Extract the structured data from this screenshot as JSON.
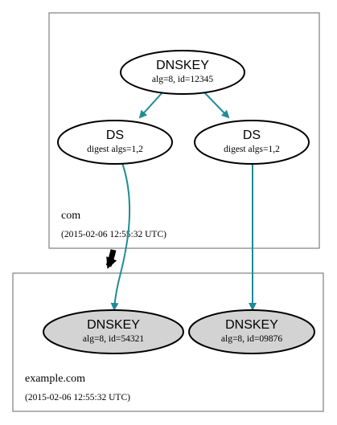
{
  "zones": [
    {
      "name": "com",
      "timestamp": "(2015-02-06 12:55:32 UTC)",
      "nodes": [
        {
          "type": "DNSKEY",
          "detail": "alg=8, id=12345"
        },
        {
          "type": "DS",
          "detail": "digest algs=1,2"
        },
        {
          "type": "DS",
          "detail": "digest algs=1,2"
        }
      ]
    },
    {
      "name": "example.com",
      "timestamp": "(2015-02-06 12:55:32 UTC)",
      "nodes": [
        {
          "type": "DNSKEY",
          "detail": "alg=8, id=54321"
        },
        {
          "type": "DNSKEY",
          "detail": "alg=8, id=09876"
        }
      ]
    }
  ],
  "colors": {
    "edge": "#1e8c96",
    "delegation": "#000000",
    "node_fill_default": "#ffffff",
    "node_fill_child": "#d3d3d3",
    "stroke": "#000000",
    "zone_border": "#666666"
  }
}
